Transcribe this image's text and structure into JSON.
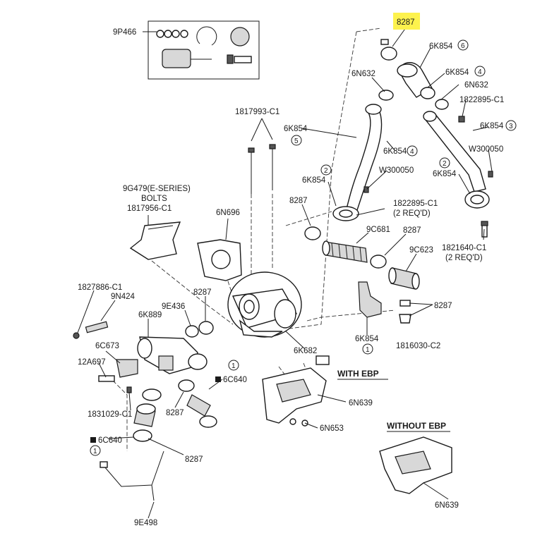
{
  "highlight": {
    "color": "#fdf24d"
  },
  "part_labels": {
    "p8287_top": "8287",
    "p9P466": "9P466",
    "p6K854_6": "6K854",
    "p6K854_4a": "6K854",
    "p6N632_left": "6N632",
    "p6N632_right": "6N632",
    "p1822895_C1_top": "1822895-C1",
    "p6K854_3": "6K854",
    "p1817993_C1": "1817993-C1",
    "p6K854_5": "6K854",
    "p6K854_4b": "6K854",
    "pW300050_left": "W300050",
    "pW300050_right": "W300050",
    "p6K854_2a": "6K854",
    "p6K854_2b": "6K854",
    "p9G479_l1": "9G479(E-SERIES)",
    "p9G479_l2": "BOLTS",
    "p9G479_l3": "1817956-C1",
    "p6N696": "6N696",
    "p8287_mid": "8287",
    "p1822895_C1_mid": "1822895-C1",
    "p2_req_a": "(2 REQ'D)",
    "p9C681": "9C681",
    "p8287_mid2": "8287",
    "p9C623": "9C623",
    "p1821640_C1": "1821640-C1",
    "p2_req_b": "(2 REQ'D)",
    "p1827886_C1": "1827886-C1",
    "p9N424": "9N424",
    "p9E436": "9E436",
    "p8287_left": "8287",
    "p6K889": "6K889",
    "p8287_right": "8287",
    "p6K854_1": "6K854",
    "p1816030_C2": "1816030-C2",
    "p6C673": "6C673",
    "p12A697": "12A697",
    "p6K682": "6K682",
    "p6C640_a": "6C640",
    "p1831029_C1": "1831029-C1",
    "p8287_low": "8287",
    "p6C640_b": "6C640",
    "p8287_bottom": "8287",
    "p6N639_a": "6N639",
    "p6N653": "6N653",
    "p6N639_b": "6N639",
    "p9E498": "9E498"
  },
  "callouts": {
    "c6": "6",
    "c4a": "4",
    "c3": "3",
    "c5": "5",
    "c4b": "4",
    "c2a": "2",
    "c2b": "2",
    "c1a": "1",
    "c1b": "1",
    "c1c": "1"
  },
  "captions": {
    "with_ebp": "WITH EBP",
    "without_ebp": "WITHOUT EBP"
  }
}
